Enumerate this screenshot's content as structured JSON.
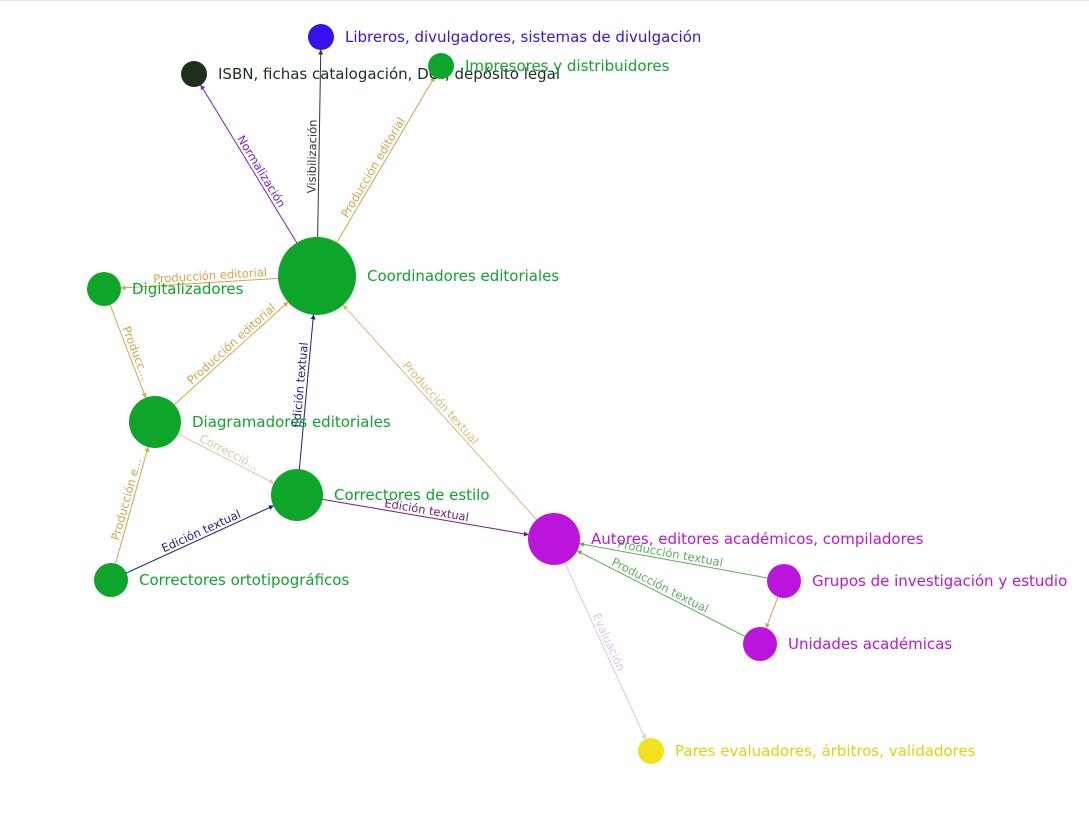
{
  "colors": {
    "green": "#0ea62a",
    "purple": "#bd14dd",
    "blue": "#3a10ef",
    "dark": "#1c301c",
    "yellow": "#f2e21e"
  },
  "nodes": [
    {
      "id": "coord",
      "label": "Coordinadores editoriales",
      "color": "#0ea62a",
      "size": "large"
    },
    {
      "id": "autores",
      "label": "Autores, editores académicos, compiladores",
      "color": "#bd14dd",
      "size": "medium"
    },
    {
      "id": "diag",
      "label": "Diagramadores editoriales",
      "color": "#0ea62a",
      "size": "medium"
    },
    {
      "id": "correct",
      "label": "Correctores de estilo",
      "color": "#0ea62a",
      "size": "medium"
    },
    {
      "id": "orto",
      "label": "Correctores ortotipográficos",
      "color": "#0ea62a",
      "size": "small"
    },
    {
      "id": "digit",
      "label": "Digitalizadores",
      "color": "#0ea62a",
      "size": "small"
    },
    {
      "id": "libreros",
      "label": "Libreros, divulgadores, sistemas de divulgación",
      "color": "#3a10ef",
      "size": "small"
    },
    {
      "id": "isbn",
      "label": "ISBN, fichas catalogación, DOI, depósito legal",
      "color": "#1c301c",
      "size": "small"
    },
    {
      "id": "impres",
      "label": "Impresores y distribuidores",
      "color": "#0ea62a",
      "size": "small"
    },
    {
      "id": "grupos",
      "label": "Grupos de investigación y estudio",
      "color": "#bd14dd",
      "size": "small"
    },
    {
      "id": "unidades",
      "label": "Unidades académicas",
      "color": "#bd14dd",
      "size": "small"
    },
    {
      "id": "pares",
      "label": "Pares evaluadores, árbitros, validadores",
      "color": "#f2e21e",
      "size": "small"
    }
  ],
  "edges": [
    {
      "source": "coord",
      "target": "libreros",
      "label": "Visibilización",
      "color": "#333333"
    },
    {
      "source": "coord",
      "target": "isbn",
      "label": "Normalización",
      "color": "#7a22cc"
    },
    {
      "source": "coord",
      "target": "impres",
      "label": "Producción editorial",
      "color": "#d9a24a"
    },
    {
      "source": "coord",
      "target": "digit",
      "label": "Producción editorial",
      "color": "#d9a24a"
    },
    {
      "source": "diag",
      "target": "coord",
      "label": "Producción editorial",
      "color": "#d9a24a"
    },
    {
      "source": "correct",
      "target": "coord",
      "label": "Edición textual",
      "color": "#1c1c8c"
    },
    {
      "source": "autores",
      "target": "coord",
      "label": "Producción textual",
      "color": "#e0b870"
    },
    {
      "source": "digit",
      "target": "diag",
      "label": "Producc...",
      "color": "#d9a24a"
    },
    {
      "source": "diag",
      "target": "correct",
      "label": "Correcció...",
      "color": "#dcc8a8"
    },
    {
      "source": "orto",
      "target": "diag",
      "label": "Producción e...",
      "color": "#d9a24a"
    },
    {
      "source": "orto",
      "target": "correct",
      "label": "Edición textual",
      "color": "#1c1c8c"
    },
    {
      "source": "correct",
      "target": "autores",
      "label": "Edición textual",
      "color": "#7a1a7a"
    },
    {
      "source": "grupos",
      "target": "autores",
      "label": "Producción textual",
      "color": "#5aaf5a"
    },
    {
      "source": "unidades",
      "target": "autores",
      "label": "Producción textual",
      "color": "#5aaf5a"
    },
    {
      "source": "grupos",
      "target": "unidades",
      "label": "",
      "color": "#d9a24a"
    },
    {
      "source": "autores",
      "target": "pares",
      "label": "Evaluación",
      "color": "#dcc4ee"
    }
  ]
}
